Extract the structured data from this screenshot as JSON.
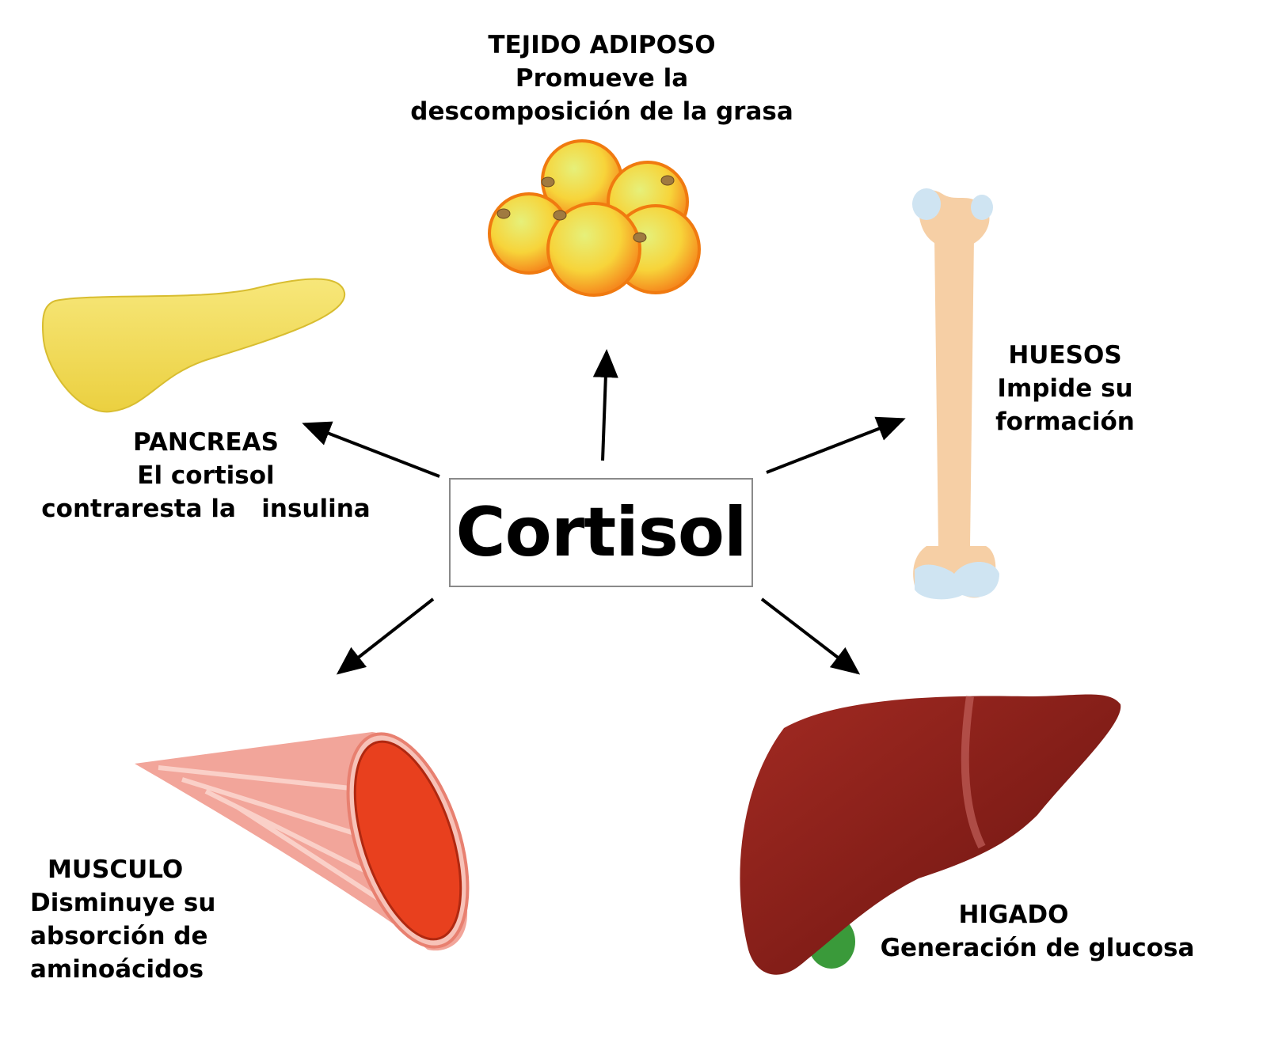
{
  "center": {
    "title": "Cortisol"
  },
  "organs": {
    "adipose": {
      "title": "TEJIDO ADIPOSO",
      "line1": "Promueve la",
      "line2": "descomposición de la grasa"
    },
    "pancreas": {
      "title": "PANCREAS",
      "line1": "El cortisol",
      "line2": "contraresta la   insulina"
    },
    "bones": {
      "title": "HUESOS",
      "line1": "Impide su",
      "line2": "formación"
    },
    "muscle": {
      "title": "MUSCULO",
      "line1": "Disminuye su",
      "line2": "absorción de",
      "line3": "aminoácidos"
    },
    "liver": {
      "title": "HIGADO",
      "line1": "Generación de glucosa"
    }
  },
  "colors": {
    "fat": "#f5c400",
    "pancreas": "#f2dc5a",
    "bone": "#f6cfa5",
    "cartilage": "#cfe4f2",
    "muscle": "#f0a090",
    "liver": "#8a1f1a",
    "gallbladder": "#3a9a3a"
  }
}
